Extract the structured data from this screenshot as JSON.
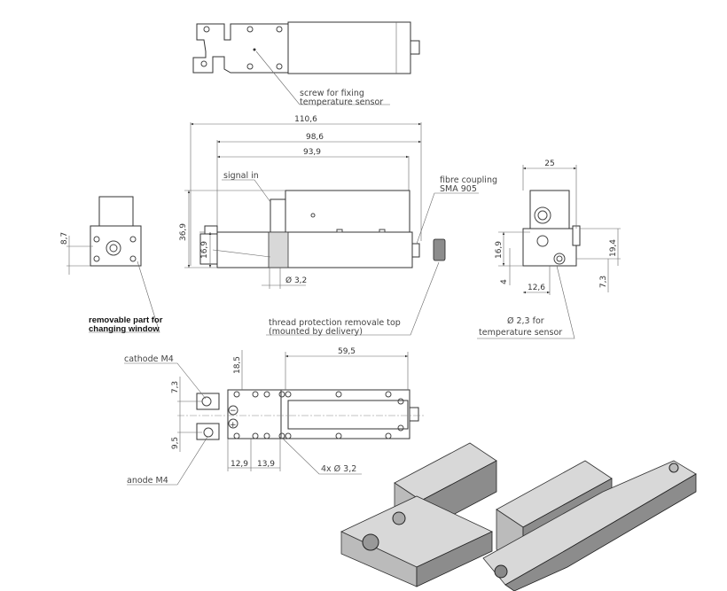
{
  "annotations": {
    "screw_line1": "screw for fixing",
    "screw_line2": "temperature sensor",
    "signal_in": "signal in",
    "fibre_line1": "fibre coupling",
    "fibre_line2": "SMA 905",
    "removable_line1": "removable part for",
    "removable_line2": "changing window",
    "thread_line1": "thread protection removale top",
    "thread_line2": "(mounted by delivery)",
    "temp_line1": "Ø 2,3 for",
    "temp_line2": "temperature sensor",
    "cathode": "cathode M4",
    "anode": "anode M4",
    "holes": "4x Ø 3,2"
  },
  "dimensions": {
    "length_total": "110,6",
    "length_mid": "98,6",
    "length_body": "93,9",
    "height_total": "36,9",
    "height_lower": "16,9",
    "hole_dia": "Ø 3,2",
    "left_height": "8,7",
    "width": "25",
    "right_h1": "16,9",
    "right_h2": "4",
    "right_w": "12,6",
    "right_h3": "19,4",
    "right_h4": "7,3",
    "bottom_len": "59,5",
    "bottom_h": "18,5",
    "cathode_off": "7,3",
    "anode_off": "9,5",
    "pitch1": "12,9",
    "pitch2": "13,9"
  }
}
